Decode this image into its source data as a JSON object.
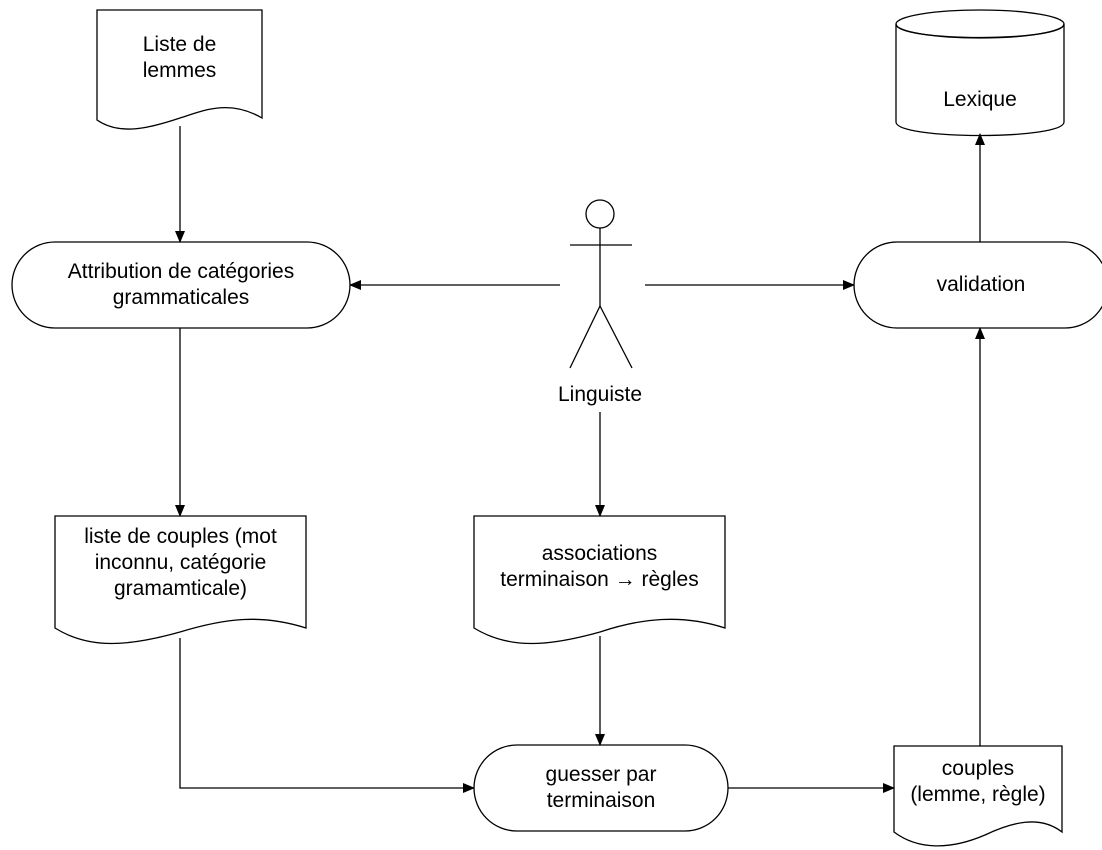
{
  "nodes": {
    "liste_lemmes": {
      "text": "Liste de\nlemmes"
    },
    "attribution": {
      "text": "Attribution de catégories\ngrammaticales"
    },
    "liste_couples": {
      "text": "liste de couples  (mot\ninconnu, catégorie\ngramamticale)"
    },
    "associations": {
      "text": "associations\nterminaison → règles"
    },
    "guesser": {
      "text": "guesser par\nterminaison"
    },
    "couples": {
      "text": "couples\n(lemme, règle)"
    },
    "validation": {
      "text": "validation"
    },
    "lexique": {
      "text": "Lexique"
    },
    "actor": {
      "text": "Linguiste"
    }
  }
}
